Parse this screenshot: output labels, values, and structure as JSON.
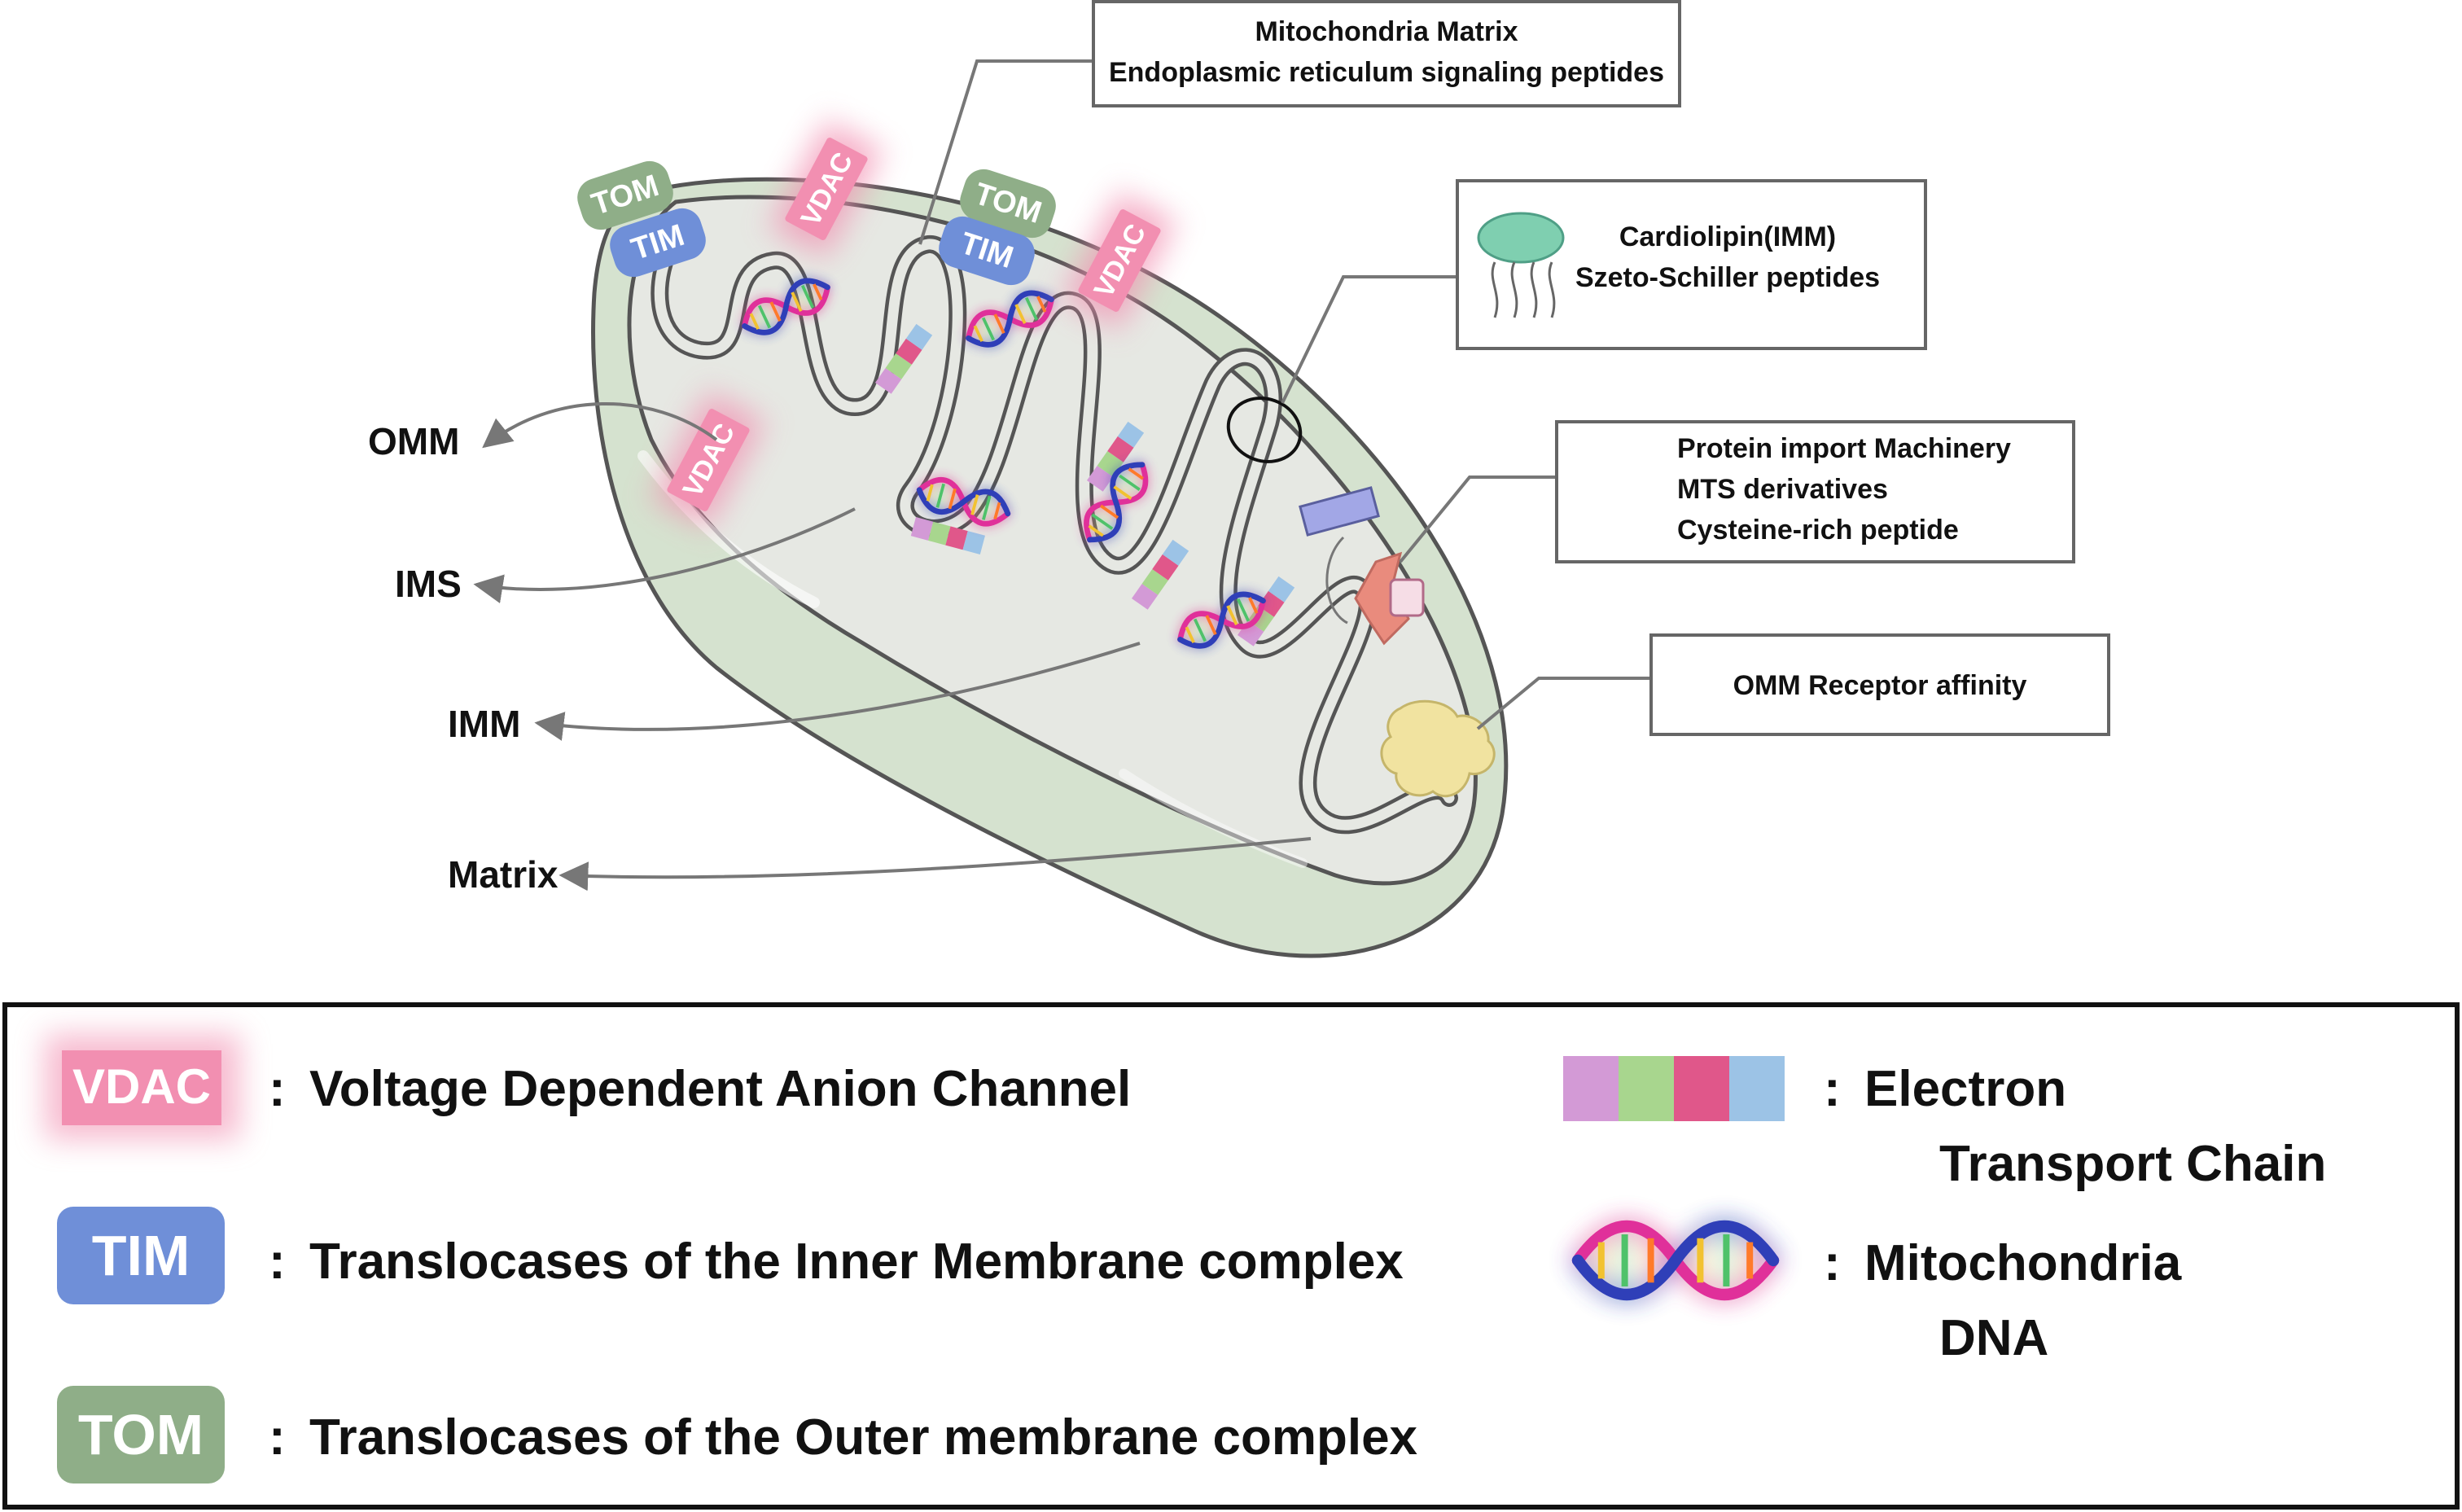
{
  "colors": {
    "vdac": "#f28fb1",
    "tim": "#6f8fd8",
    "tom": "#8fae88",
    "etc": [
      "#d39ad6",
      "#a8d68e",
      "#e0578a",
      "#9cc3e6"
    ],
    "mito_fill": "#d5e2cf",
    "mito_top": "#e6e8e3"
  },
  "diagram": {
    "membrane_labels": {
      "omm": "OMM",
      "ims": "IMS",
      "imm": "IMM",
      "matrix": "Matrix"
    },
    "badges": {
      "vdac": "VDAC",
      "tim": "TIM",
      "tom": "TOM"
    },
    "callouts": {
      "matrix_box": {
        "line1": "Mitochondria Matrix",
        "line2": "Endoplasmic reticulum signaling peptides"
      },
      "cardiolipin_box": {
        "line1": "Cardiolipin(IMM)",
        "line2": "Szeto-Schiller peptides"
      },
      "protein_import_box": {
        "line1": "Protein import Machinery",
        "line2": "MTS derivatives",
        "line3": "Cysteine-rich peptide"
      },
      "omm_receptor_box": {
        "line1": "OMM Receptor affinity"
      }
    }
  },
  "legend": {
    "separator": ":",
    "items": [
      {
        "badge": "VDAC",
        "text": "Voltage Dependent Anion Channel"
      },
      {
        "badge": "TIM",
        "text": "Translocases of the Inner Membrane complex"
      },
      {
        "badge": "TOM",
        "text": "Translocases of the Outer membrane complex"
      }
    ],
    "etc": {
      "line1": "Electron",
      "line2": "Transport Chain"
    },
    "dna": {
      "line1": "Mitochondria",
      "line2": "DNA"
    }
  },
  "icons": [
    "dna-icon",
    "etc-complex-icon",
    "lipid-icon",
    "protein-import-icon",
    "receptor-icon"
  ]
}
